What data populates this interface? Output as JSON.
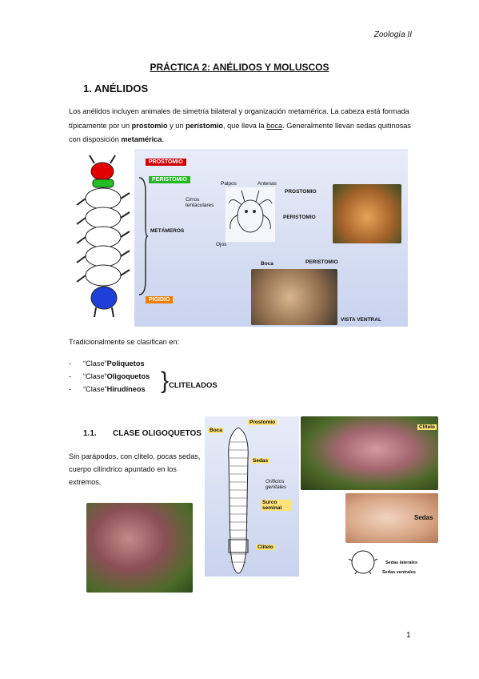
{
  "header": {
    "course": "Zoología II"
  },
  "title": "PRÁCTICA 2: ANÉLIDOS Y MOLUSCOS",
  "section1": {
    "heading": "1.  ANÉLIDOS",
    "para": {
      "p1": "Los anélidos incluyen animales de simetría bilateral y organización metamérica. La cabeza está formada típicamente por un ",
      "b1": "prostomio",
      "p2": " y un ",
      "b2": "peristomio",
      "p3": ", que lleva la ",
      "u1": "boca",
      "p4": ". Generalmente llevan sedas quitinosas con disposición ",
      "b3": "metamérica",
      "p5": "."
    },
    "figure": {
      "prostomio": "PROSTOMIO",
      "peristomio": "PERISTOMIO",
      "metameros": "METÁMEROS",
      "pigidio": "PIGIDIO",
      "palpos": "Palpos",
      "antenas": "Antenas",
      "cirros": "Cirros tentaculares",
      "ojos": "Ojos",
      "prostomio2": "PROSTOMIO",
      "peristomio2": "PERISTOMIO",
      "boca": "Boca",
      "peristomio3": "PERISTOMIO",
      "vista": "VISTA VENTRAL"
    },
    "classify_intro": "Tradicionalmente se clasifican en:",
    "classes": [
      {
        "pre": "“Clase” ",
        "name": "Poliquetos"
      },
      {
        "pre": "“Clase” ",
        "name": "Oligoquetos"
      },
      {
        "pre": "“Clase” ",
        "name": "Hirudíneos"
      }
    ],
    "clitelados": "CLITELADOS"
  },
  "section11": {
    "num": "1.1.",
    "heading": "CLASE OLIGOQUETOS",
    "para": "Sin parápodos, con clitelo, pocas sedas, cuerpo cilíndrico apuntado en los extremos.",
    "figure": {
      "boca": "Boca",
      "prostomio": "Prostomio",
      "sedas": "Sedas",
      "orificios": "Orificios genitales",
      "surco": "Surco seminal",
      "clitelo": "Clitelo",
      "clitelo2": "Clitelo",
      "sedas2": "Sedas",
      "sedas_laterales": "Sedas laterales",
      "sedas_ventrales": "Sedas ventrales"
    }
  },
  "page_number": "1",
  "colors": {
    "prostomio": "#d00000",
    "peristomio": "#1fb81f",
    "pigidio": "#ef7e00",
    "panel": "#d3dbf2"
  }
}
